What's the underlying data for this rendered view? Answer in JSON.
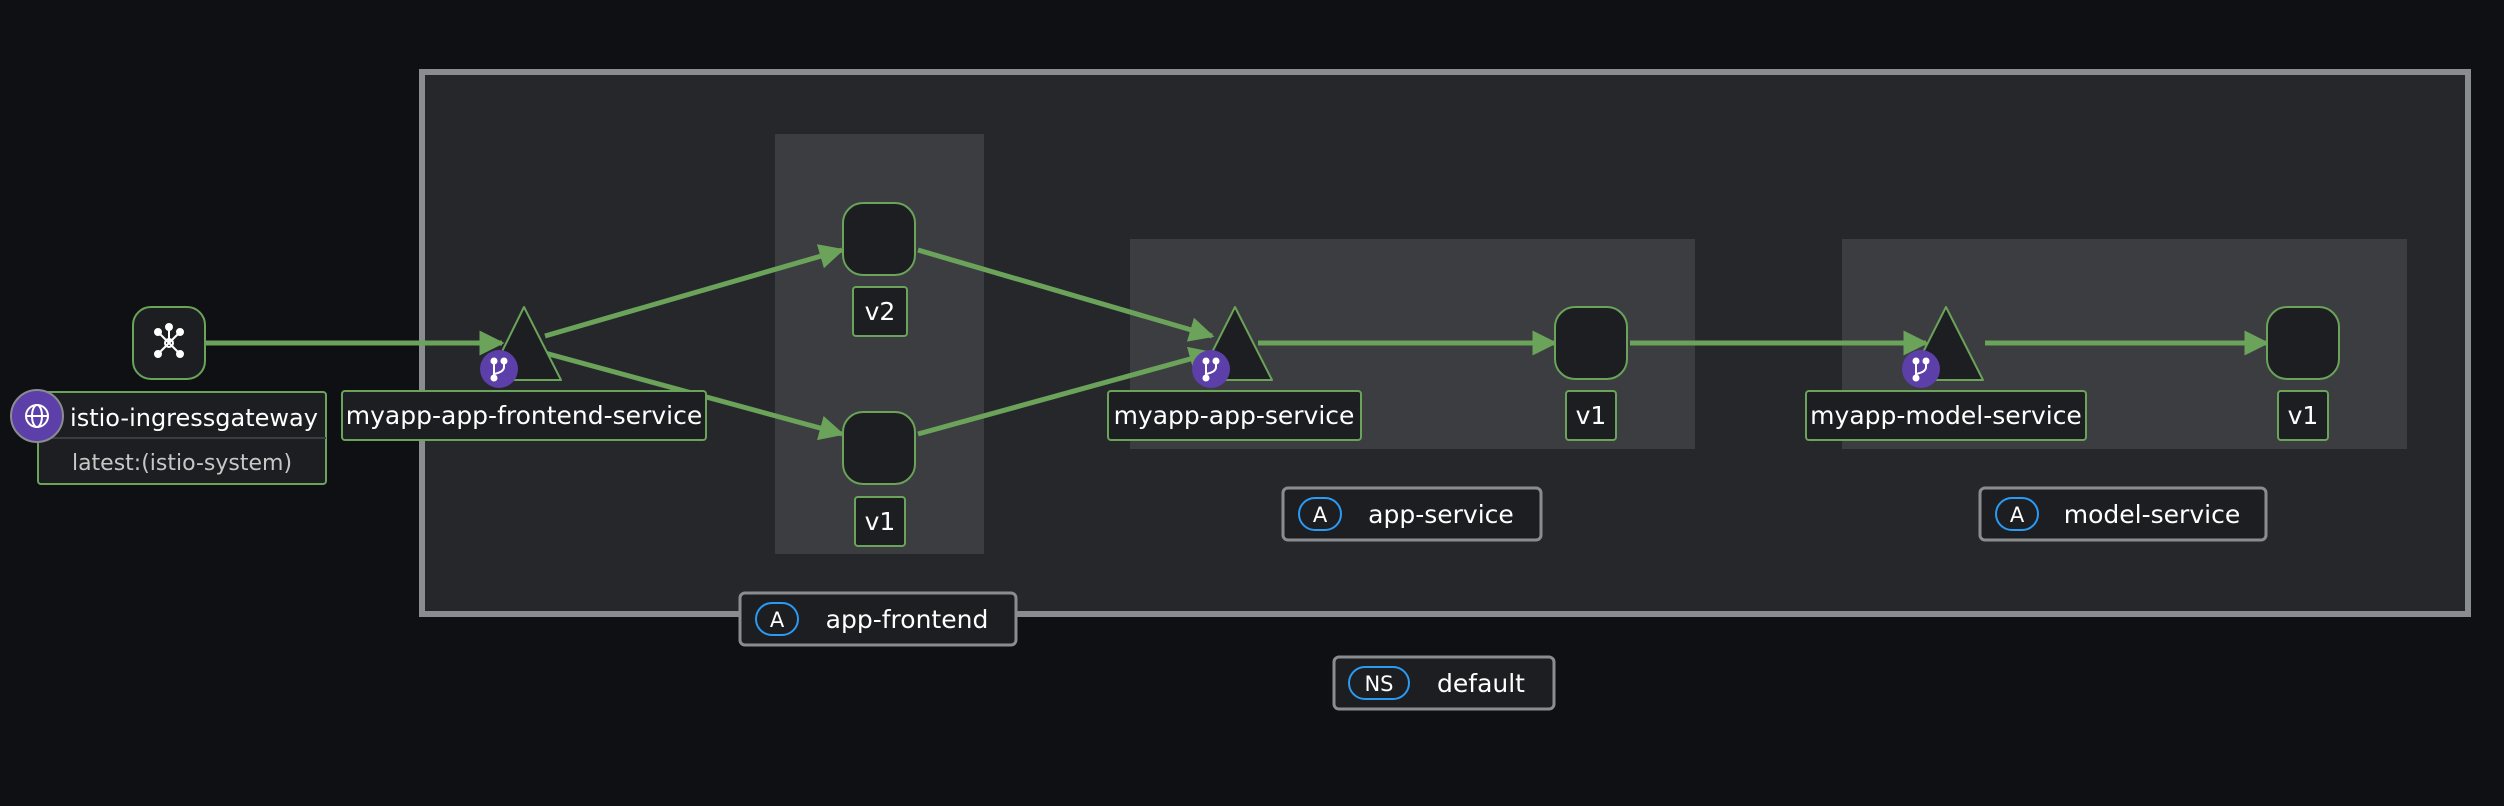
{
  "colors": {
    "background": "#0f1013",
    "namespace_fill": "#26272b",
    "namespace_border": "#8a8d90",
    "app_box_fill": "#3c3d41",
    "edge": "#6aa359",
    "node_fill": "#1d1e21",
    "node_border": "#6aa359",
    "badge_fill": "#5c3fa8",
    "badge_ring": "#2b9af3"
  },
  "namespace": {
    "badge": "NS",
    "name": "default"
  },
  "apps": [
    {
      "badge": "A",
      "name": "app-frontend"
    },
    {
      "badge": "A",
      "name": "app-service"
    },
    {
      "badge": "A",
      "name": "model-service"
    }
  ],
  "nodes": {
    "gateway": {
      "label": "istio-ingressgateway",
      "sublabel": "latest:(istio-system)",
      "icon": "globe-icon",
      "shape": "gateway-icon"
    },
    "frontend_service": {
      "label": "myapp-app-frontend-service",
      "icon": "branch-icon",
      "shape": "triangle"
    },
    "frontend_v2": {
      "label": "v2"
    },
    "frontend_v1": {
      "label": "v1"
    },
    "app_service": {
      "label": "myapp-app-service",
      "icon": "branch-icon",
      "shape": "triangle"
    },
    "app_v1": {
      "label": "v1"
    },
    "model_service": {
      "label": "myapp-model-service",
      "icon": "branch-icon",
      "shape": "triangle"
    },
    "model_v1": {
      "label": "v1"
    }
  },
  "edges": [
    {
      "from": "istio-ingressgateway",
      "to": "myapp-app-frontend-service"
    },
    {
      "from": "myapp-app-frontend-service",
      "to": "v2 (app-frontend)"
    },
    {
      "from": "myapp-app-frontend-service",
      "to": "v1 (app-frontend)"
    },
    {
      "from": "v2 (app-frontend)",
      "to": "myapp-app-service"
    },
    {
      "from": "v1 (app-frontend)",
      "to": "myapp-app-service"
    },
    {
      "from": "myapp-app-service",
      "to": "v1 (app-service)"
    },
    {
      "from": "v1 (app-service)",
      "to": "myapp-model-service"
    },
    {
      "from": "myapp-model-service",
      "to": "v1 (model-service)"
    }
  ]
}
